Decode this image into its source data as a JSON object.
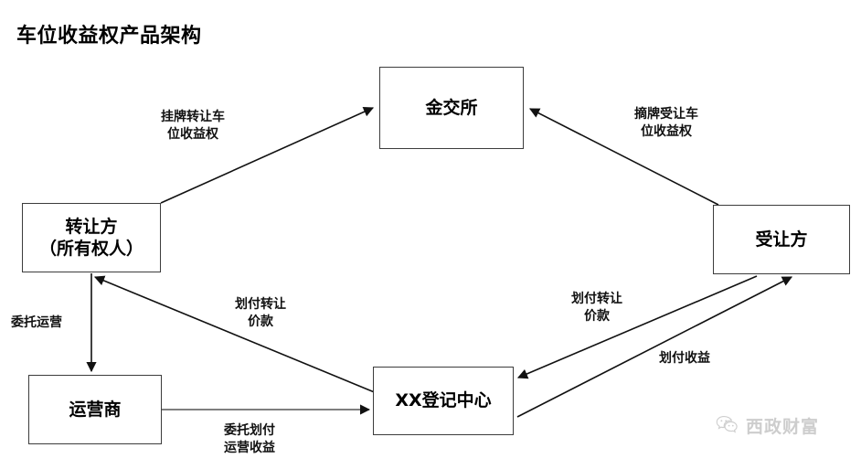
{
  "title": "车位收益权产品架构",
  "diagram": {
    "type": "flow-diagram",
    "nodes": [
      {
        "id": "exchange",
        "lines": [
          "金交所"
        ]
      },
      {
        "id": "transferor",
        "lines": [
          "转让方",
          "（所有权人）"
        ]
      },
      {
        "id": "transferee",
        "lines": [
          "受让方"
        ]
      },
      {
        "id": "operator",
        "lines": [
          "运营商"
        ]
      },
      {
        "id": "registry",
        "lines": [
          "XX登记中心"
        ]
      }
    ],
    "edges": [
      {
        "id": "list",
        "from": "transferor",
        "to": "exchange",
        "lines": [
          "挂牌转让车",
          "位收益权"
        ]
      },
      {
        "id": "delist",
        "from": "transferee",
        "to": "exchange",
        "lines": [
          "摘牌受让车",
          "位收益权"
        ]
      },
      {
        "id": "pay-left",
        "from": "registry",
        "to": "transferor",
        "lines": [
          "划付转让",
          "价款"
        ]
      },
      {
        "id": "pay-right",
        "from": "transferee",
        "to": "registry",
        "lines": [
          "划付转让",
          "价款"
        ]
      },
      {
        "id": "yield",
        "from": "registry",
        "to": "transferee",
        "lines": [
          "划付收益"
        ]
      },
      {
        "id": "entrust",
        "from": "transferor",
        "to": "operator",
        "lines": [
          "委托运营"
        ]
      },
      {
        "id": "operate",
        "from": "operator",
        "to": "registry",
        "lines": [
          "委托划付",
          "运营收益"
        ]
      }
    ]
  },
  "watermark": {
    "text": "西政财富",
    "icon": "wechat-icon"
  },
  "colors": {
    "stroke": "#3c3c3c",
    "text": "#000000",
    "watermark": "#8a8a8a",
    "background": "#ffffff"
  }
}
